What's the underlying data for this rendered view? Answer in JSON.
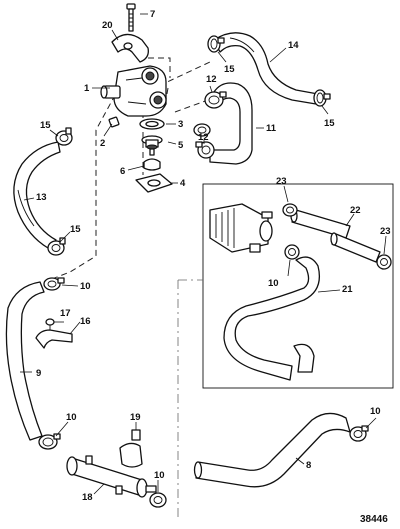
{
  "callouts": {
    "c1": "1",
    "c2": "2",
    "c3": "3",
    "c4": "4",
    "c5": "5",
    "c6": "6",
    "c7": "7",
    "c8": "8",
    "c9": "9",
    "c10a": "10",
    "c10b": "10",
    "c10c": "10",
    "c10d": "10",
    "c11": "11",
    "c12a": "12",
    "c12b": "12",
    "c13": "13",
    "c14": "14",
    "c15a": "15",
    "c15b": "15",
    "c15c": "15",
    "c15d": "15",
    "c16": "16",
    "c17": "17",
    "c18": "18",
    "c19": "19",
    "c20": "20",
    "c21": "21",
    "c22": "22",
    "c23a": "23",
    "c23b": "23"
  },
  "reference_number": "38446"
}
